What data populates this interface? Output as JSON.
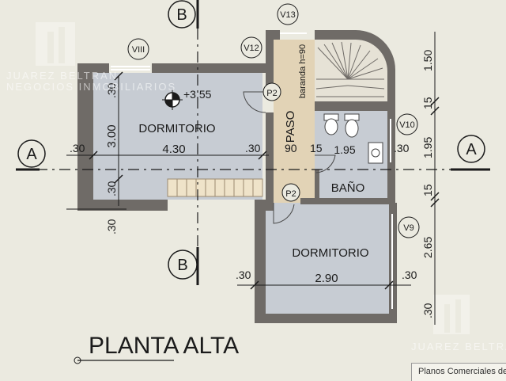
{
  "plan": {
    "title": "PLANTA ALTA",
    "section_a": "A",
    "section_b": "B",
    "level": "+3.55",
    "rooms": {
      "bedroom1": "DORMITORIO",
      "bedroom1_width": "4.30",
      "bedroom1_depth": "3.00",
      "bedroom2": "DORMITORIO",
      "bedroom2_width": "2.90",
      "hall": "PASO",
      "railing": "baranda h=90",
      "bathroom": "BAÑO",
      "bathroom_width": "1.95"
    },
    "doors": {
      "d1": "P2",
      "d2": "P2"
    },
    "windows": {
      "w1": "VIII",
      "w2": "V12",
      "w3": "V13",
      "w4": "V10",
      "w5": "V9"
    },
    "dims": {
      "d30": ".30",
      "d90": "90",
      "d15": "15",
      "d150": "1.50",
      "d195": "1.95",
      "d265": "2.65",
      "d30b": ".30"
    },
    "footer": "Planos Comerciales de",
    "watermark_top": "JUAREZ BELTRAN",
    "watermark_sub": "NEGOCIOS INMOBILIARIOS",
    "watermark_bottom": "JUAREZ BELTRAN"
  },
  "colors": {
    "background": "#ebeae0",
    "wall": "#6f6b67",
    "room_fill": "#c7ccd3",
    "hall_fill": "#e2d3b6",
    "ink": "#1b1b1b"
  }
}
